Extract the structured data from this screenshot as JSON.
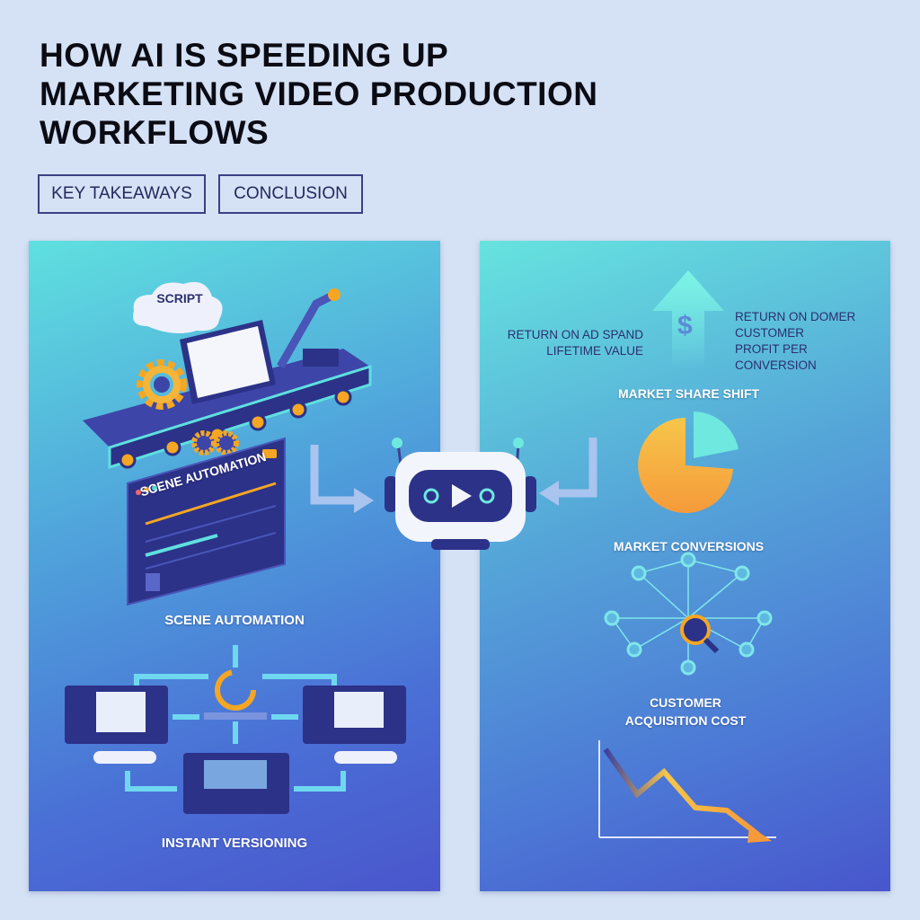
{
  "title": {
    "lines": [
      "HOW AI IS SPEEDING UP",
      "MARKETING VIDEO PRODUCTION",
      "WORKFLOWS"
    ]
  },
  "buttons": {
    "key_takeaways": "KEY TAKEAWAYS",
    "conclusion": "CONCLUSION"
  },
  "left_panel": {
    "cloud_label": "SCRIPT",
    "screen_title": "SCENE AUTOMATION",
    "section1_label": "SCENE AUTOMATION",
    "section2_label": "INSTANT VERSIONING"
  },
  "right_panel": {
    "metrics_left": [
      "RETURN ON AD SPAND",
      "LIFETIME VALUE"
    ],
    "metrics_right": [
      "RETURN ON DOMER",
      "CUSTOMER",
      "PROFIT PER CONVERSION"
    ],
    "dollar_symbol": "$",
    "market_share_label": "MARKET SHARE SHIFT",
    "conversions_label": "MARKET CONVERSIONS",
    "cac_label_lines": [
      "CUSTOMER",
      "ACQUISITION COST"
    ]
  },
  "colors": {
    "accent_orange": "#f5a623",
    "teal": "#5fe0df",
    "navy": "#2f3580"
  }
}
